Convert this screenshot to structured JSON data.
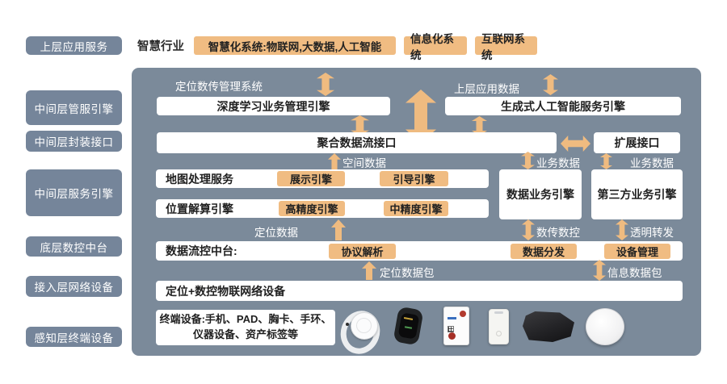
{
  "colors": {
    "panel_bg": "#7b8a9a",
    "label_bg": "#75859a",
    "accent_orange": "#f0bc82",
    "box_bg": "#ffffff",
    "box_text": "#1f1f1f",
    "light_text": "#ffffff"
  },
  "left_labels": [
    "上层应用服务",
    "中间层管服引擎",
    "中间层封装接口",
    "中间层服务引擎",
    "底层数控中台",
    "接入层网络设备",
    "感知层终端设备"
  ],
  "top_row": {
    "category": "智慧行业",
    "chips": [
      "智慧化系统:物联网,大数据,人工智能",
      "信息化系统",
      "互联网系统"
    ]
  },
  "panel": {
    "captions": {
      "positioning_mgmt": "定位数传管理系统",
      "upper_app_data": "上层应用数据"
    },
    "engines": {
      "deep_learning": "深度学习业务管理引擎",
      "generative_ai": "生成式人工智能服务引擎"
    },
    "interfaces": {
      "aggregate": "聚合数据流接口",
      "extension": "扩展接口"
    },
    "flows": {
      "spatial": "空间数据",
      "business_1": "业务数据",
      "business_2": "业务数据",
      "positioning": "定位数据",
      "data_ctrl": "数传数控",
      "transparent": "透明转发",
      "pos_packet": "定位数据包",
      "info_packet": "信息数据包"
    },
    "services": {
      "map": "地图处理服务",
      "display": "展示引擎",
      "guidance": "引导引擎",
      "solver": "位置解算引擎",
      "high_precision": "高精度引擎",
      "mid_precision": "中精度引擎",
      "data_business": "数据业务引擎",
      "third_party": "第三方业务引擎"
    },
    "control": {
      "title": "数据流控中台:",
      "protocol": "协议解析",
      "distribute": "数据分发",
      "device_mgmt": "设备管理"
    },
    "network": {
      "label": "定位+数控物联网络设备"
    },
    "terminal": {
      "line1": "终端设备:手机、PAD、胸卡、手环、",
      "line2": "仪器设备、资产标签等",
      "devices": [
        "wristband-tag",
        "smartwatch",
        "badge-tag",
        "card-tag",
        "asset-tag",
        "beacon-disc"
      ]
    }
  }
}
